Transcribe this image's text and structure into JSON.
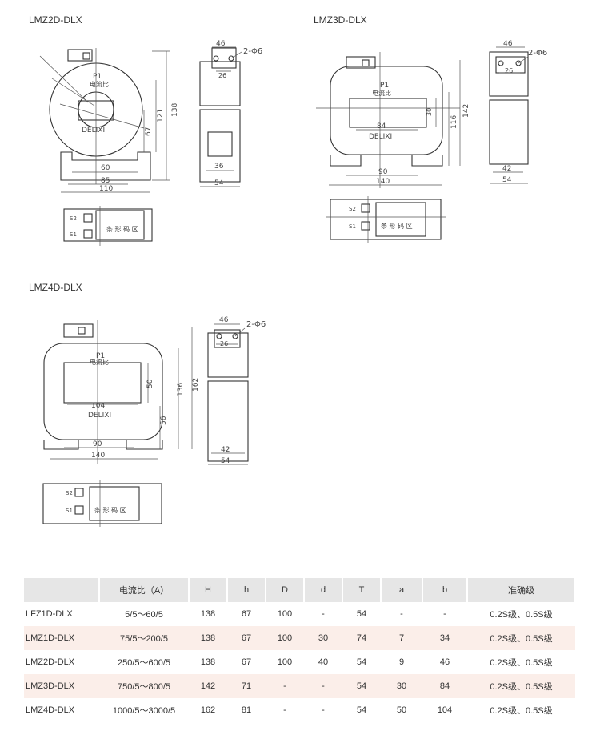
{
  "models": {
    "lmz2d": {
      "title": "LMZ2D-DLX",
      "front": {
        "p1": "P1",
        "ratio": "电流比",
        "brand": "DELIXI",
        "dims": {
          "w110": "110",
          "w85": "85",
          "w60": "60",
          "h138": "138",
          "h121": "121",
          "h67": "67"
        }
      },
      "side": {
        "d46": "46",
        "d26": "26",
        "d36": "36",
        "d54": "54",
        "holes": "2-Φ6"
      },
      "bottom": {
        "s2": "S2",
        "s1": "S1",
        "barcode": "条 形 码 区"
      }
    },
    "lmz3d": {
      "title": "LMZ3D-DLX",
      "front": {
        "p1": "P1",
        "ratio": "电流比",
        "brand": "DELIXI",
        "dims": {
          "w140": "140",
          "w90": "90",
          "w84": "84",
          "h142": "142",
          "h116": "116",
          "h30": "30"
        }
      },
      "side": {
        "d46": "46",
        "d26": "26",
        "d42": "42",
        "d54": "54",
        "holes": "2-Φ6"
      },
      "bottom": {
        "s2": "S2",
        "s1": "S1",
        "barcode": "条 形 码 区"
      }
    },
    "lmz4d": {
      "title": "LMZ4D-DLX",
      "front": {
        "p1": "P1",
        "ratio": "电流比",
        "brand": "DELIXI",
        "dims": {
          "w140": "140",
          "w90": "90",
          "w104": "104",
          "h162": "162",
          "h136": "136",
          "h56": "56",
          "h50": "50"
        }
      },
      "side": {
        "d46": "46",
        "d26": "26",
        "d42": "42",
        "d54": "54",
        "holes": "2-Φ6"
      },
      "bottom": {
        "s2": "S2",
        "s1": "S1",
        "barcode": "条 形 码 区"
      }
    }
  },
  "table": {
    "headers": [
      "",
      "电流比（A）",
      "H",
      "h",
      "D",
      "d",
      "T",
      "a",
      "b",
      "准确级"
    ],
    "rows": [
      [
        "LFZ1D-DLX",
        "5/5～60/5",
        "138",
        "67",
        "100",
        "-",
        "54",
        "-",
        "-",
        "0.2S级、0.5S级"
      ],
      [
        "LMZ1D-DLX",
        "75/5～200/5",
        "138",
        "67",
        "100",
        "30",
        "74",
        "7",
        "34",
        "0.2S级、0.5S级"
      ],
      [
        "LMZ2D-DLX",
        "250/5～600/5",
        "138",
        "67",
        "100",
        "40",
        "54",
        "9",
        "46",
        "0.2S级、0.5S级"
      ],
      [
        "LMZ3D-DLX",
        "750/5～800/5",
        "142",
        "71",
        "-",
        "-",
        "54",
        "30",
        "84",
        "0.2S级、0.5S级"
      ],
      [
        "LMZ4D-DLX",
        "1000/5～3000/5",
        "162",
        "81",
        "-",
        "-",
        "54",
        "50",
        "104",
        "0.2S级、0.5S级"
      ]
    ]
  }
}
